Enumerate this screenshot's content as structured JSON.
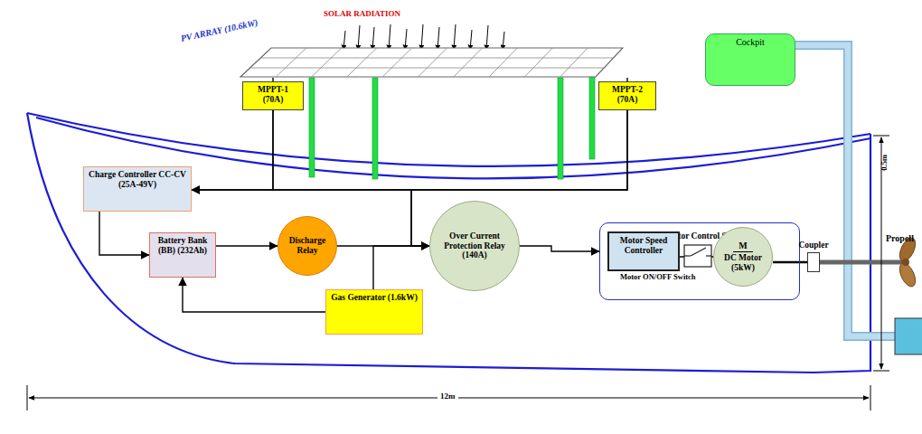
{
  "diagram": {
    "nodes": [
      {
        "text": [
          "PV ARRAY (10.6kW)"
        ]
      },
      {
        "text": [
          "MPPT-1 (70A)"
        ]
      },
      {
        "text": [
          "MPPT-2 (70A)"
        ]
      },
      {
        "text": [
          "Charge Controller CC-CV (25A-49V)"
        ]
      },
      {
        "text": [
          "Battery Bank (BB) (232Ah)"
        ]
      },
      {
        "text": [
          "Discharge Relay"
        ]
      },
      {
        "text": [
          "Over Current Protection Relay (140A)"
        ]
      },
      {
        "text": [
          "Gas Generator (1.6kW)"
        ]
      },
      {
        "text": [
          "DC Motor Control System"
        ]
      },
      {
        "text": [
          "Motor Speed Controller"
        ],
        "in": 8
      },
      {
        "text": [
          "M",
          "DC Motor (5kW)"
        ],
        "in": 8
      },
      {
        "text": [
          "Coupler"
        ]
      },
      {
        "text": [
          "Cockpit"
        ]
      }
    ],
    "edges": [
      {
        "from": 0,
        "to": 1,
        "arrow": "none"
      },
      {
        "from": 0,
        "to": 2,
        "arrow": "none"
      },
      {
        "from": 1,
        "to": 3,
        "arrow": "to"
      },
      {
        "from": 2,
        "to": 3,
        "arrow": "to"
      },
      {
        "from": 1,
        "to": 6,
        "arrow": "to"
      },
      {
        "from": 2,
        "to": 6,
        "arrow": "to"
      },
      {
        "from": 3,
        "to": 4,
        "arrow": "to"
      },
      {
        "from": 4,
        "to": 5,
        "arrow": "to"
      },
      {
        "from": 5,
        "to": 6,
        "arrow": "none"
      },
      {
        "from": 7,
        "to": 4,
        "arrow": "to"
      },
      {
        "from": 7,
        "to": 6,
        "arrow": "to"
      },
      {
        "from": 6,
        "to": 8,
        "arrow": "to"
      },
      {
        "from": 9,
        "to": 10,
        "arrow": "none"
      },
      {
        "from": 10,
        "to": 11,
        "arrow": "none"
      }
    ],
    "labels": [
      "SOLAR RADIATION",
      "Motor ON/OFF Switch",
      "Propell",
      "0.5m",
      "12m"
    ]
  }
}
